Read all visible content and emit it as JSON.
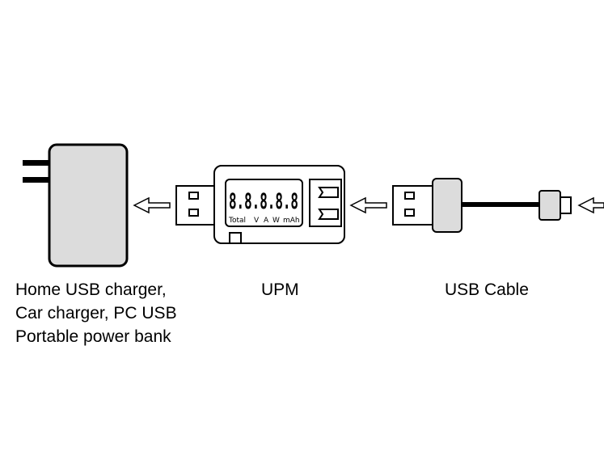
{
  "diagram": {
    "upm_display": {
      "digits": "8.8.8.8.8",
      "labels": [
        "Total",
        "V",
        "A",
        "W",
        "mAh"
      ]
    },
    "captions": {
      "charger": [
        "Home USB charger,",
        "Car charger, PC USB",
        "Portable power bank"
      ],
      "upm": "UPM",
      "cable": "USB Cable"
    },
    "colors": {
      "charger_fill": "#dcdcdc",
      "stroke": "#000000",
      "plug_fill": "#e6e6e6"
    }
  }
}
